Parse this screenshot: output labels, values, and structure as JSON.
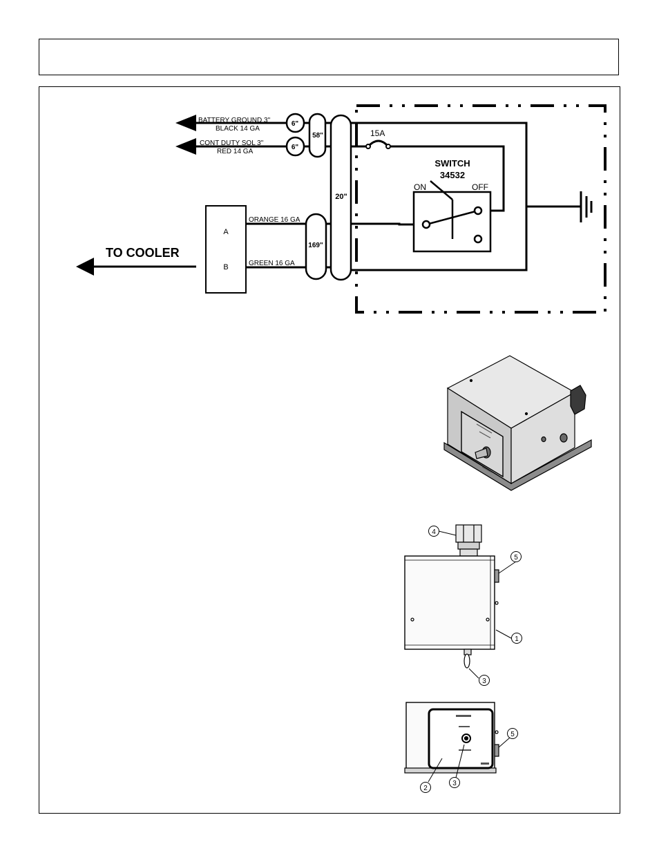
{
  "wiring": {
    "battery_ground_label": "BATTERY GROUND 3\"",
    "black_gauge": "BLACK 14 GA",
    "cont_duty_label": "CONT DUTY SOL 3\"",
    "red_gauge": "RED 14 GA",
    "loom_6a": "6\"",
    "loom_6b": "6\"",
    "loom_58": "58\"",
    "loom_20": "20\"",
    "loom_169": "169\"",
    "fuse_label": "15A",
    "switch_title": "SWITCH",
    "switch_part": "34532",
    "switch_on": "ON",
    "switch_off": "OFF",
    "connector_a": "A",
    "connector_b": "B",
    "orange_wire": "ORANGE 16 GA",
    "green_wire": "GREEN 16 GA",
    "to_cooler": "TO COOLER"
  },
  "callouts": {
    "c1": "1",
    "c2": "2",
    "c3": "3",
    "c3b": "3",
    "c4": "4",
    "c5": "5",
    "c5b": "5"
  },
  "colors": {
    "ink": "#000000",
    "box_light": "#e6e6e6",
    "box_mid": "#c4c4c4",
    "box_dark": "#8c8c8c"
  }
}
